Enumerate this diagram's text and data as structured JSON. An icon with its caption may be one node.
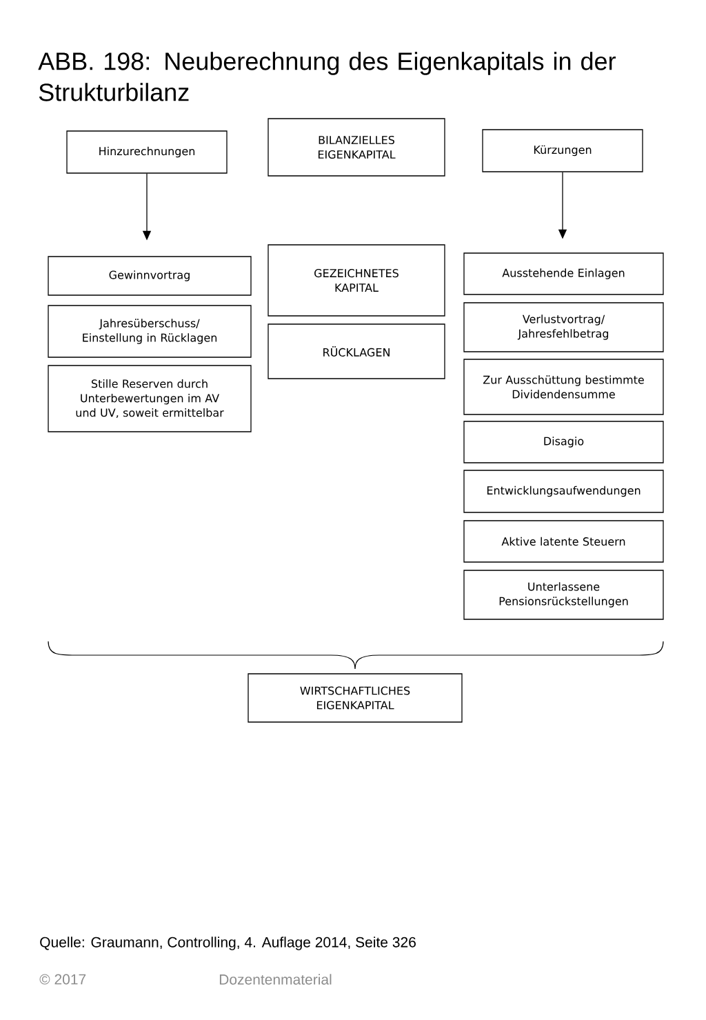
{
  "diagram": {
    "title": "ABB. 198: Neuberechnung des Eigenkapitals in der Strukturbilanz",
    "nodes": [
      {
        "text": [
          "Hinzurechnungen"
        ]
      },
      {
        "text": [
          "BILANZIELLES EIGENKAPITAL"
        ]
      },
      {
        "text": [
          "Kürzungen"
        ]
      },
      {
        "text": [
          "Gewinnvortrag"
        ]
      },
      {
        "text": [
          "Jahresüberschuss/ Einstellung in Rücklagen"
        ]
      },
      {
        "text": [
          "Stille Reserven durch Unterbewertungen im AV und UV, soweit ermittelbar"
        ]
      },
      {
        "text": [
          "GEZEICHNETES KAPITAL"
        ]
      },
      {
        "text": [
          "RÜCKLAGEN"
        ]
      },
      {
        "text": [
          "Ausstehende Einlagen"
        ]
      },
      {
        "text": [
          "Verlustvortrag/ Jahresfehlbetrag"
        ]
      },
      {
        "text": [
          "Zur Ausschüttung bestimmte Dividendensumme"
        ]
      },
      {
        "text": [
          "Disagio"
        ]
      },
      {
        "text": [
          "Entwicklungsaufwendungen"
        ]
      },
      {
        "text": [
          "Aktive latente Steuern"
        ]
      },
      {
        "text": [
          "Unterlassene Pensionsrückstellungen"
        ]
      },
      {
        "text": [
          "WIRTSCHAFTLICHES EIGENKAPITAL"
        ]
      }
    ],
    "edges": [
      {
        "from": 0,
        "to": null,
        "arrow": "to"
      },
      {
        "from": 2,
        "to": null,
        "arrow": "to"
      }
    ],
    "labels": [
      "Quelle: Graumann, Controlling, 4. Auflage 2014, Seite 326",
      "© 2017",
      "Dozentenmaterial"
    ]
  }
}
